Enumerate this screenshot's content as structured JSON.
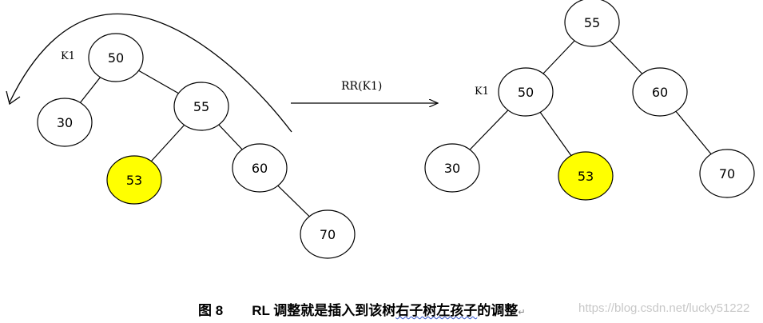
{
  "left_tree": {
    "nodes": [
      {
        "id": "50",
        "label": "50",
        "highlight": false
      },
      {
        "id": "30",
        "label": "30",
        "highlight": false
      },
      {
        "id": "55",
        "label": "55",
        "highlight": false
      },
      {
        "id": "53",
        "label": "53",
        "highlight": true
      },
      {
        "id": "60",
        "label": "60",
        "highlight": false
      },
      {
        "id": "70",
        "label": "70",
        "highlight": false
      }
    ],
    "edges": [
      [
        "50",
        "30"
      ],
      [
        "50",
        "55"
      ],
      [
        "55",
        "53"
      ],
      [
        "55",
        "60"
      ],
      [
        "60",
        "70"
      ]
    ],
    "k_label": "K1"
  },
  "right_tree": {
    "nodes": [
      {
        "id": "55",
        "label": "55",
        "highlight": false
      },
      {
        "id": "50",
        "label": "50",
        "highlight": false
      },
      {
        "id": "60",
        "label": "60",
        "highlight": false
      },
      {
        "id": "30",
        "label": "30",
        "highlight": false
      },
      {
        "id": "53",
        "label": "53",
        "highlight": true
      },
      {
        "id": "70",
        "label": "70",
        "highlight": false
      }
    ],
    "edges": [
      [
        "55",
        "50"
      ],
      [
        "55",
        "60"
      ],
      [
        "50",
        "30"
      ],
      [
        "50",
        "53"
      ],
      [
        "60",
        "70"
      ]
    ],
    "k_label": "K1"
  },
  "transform_label": "RR(K1)",
  "caption": {
    "figure": "图 8",
    "text_plain": "RL 调整就是插入到该树",
    "text_underlined": "右子树左孩子",
    "text_end": "的调整",
    "mark": "↵"
  },
  "watermark": "https://blog.csdn.net/lucky51222",
  "colors": {
    "highlight": "#ffff00",
    "node_fill": "#ffffff",
    "stroke": "#000000"
  }
}
